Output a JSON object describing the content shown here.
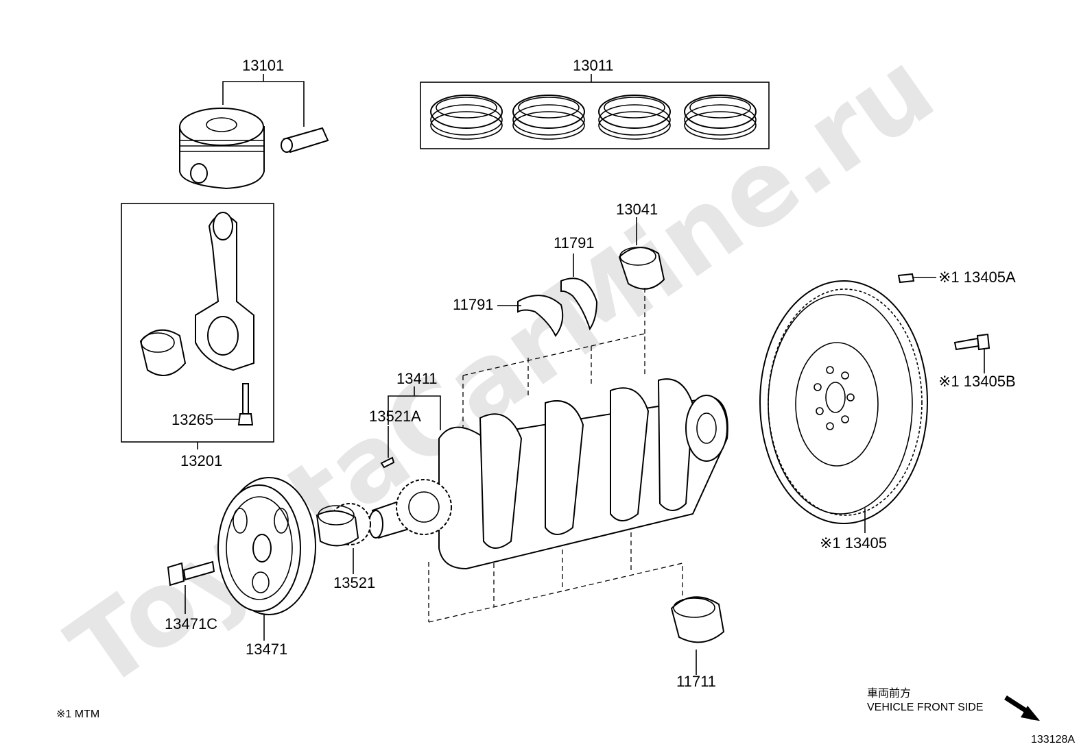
{
  "watermark": "ToyotaCarMine.ru",
  "labels": {
    "p13101": "13101",
    "p13011": "13011",
    "p13041": "13041",
    "p11791a": "11791",
    "p11791b": "11791",
    "p13411": "13411",
    "p13521A": "13521A",
    "p13265": "13265",
    "p13201": "13201",
    "p13405A": "※1 13405A",
    "p13405B": "※1 13405B",
    "p13405": "※1 13405",
    "p13471C": "13471C",
    "p13471": "13471",
    "p13521": "13521",
    "p11711": "11711"
  },
  "footnote": "※1 MTM",
  "front": {
    "jp": "車両前方",
    "en": "VEHICLE FRONT SIDE"
  },
  "diagram_id": "133128A"
}
